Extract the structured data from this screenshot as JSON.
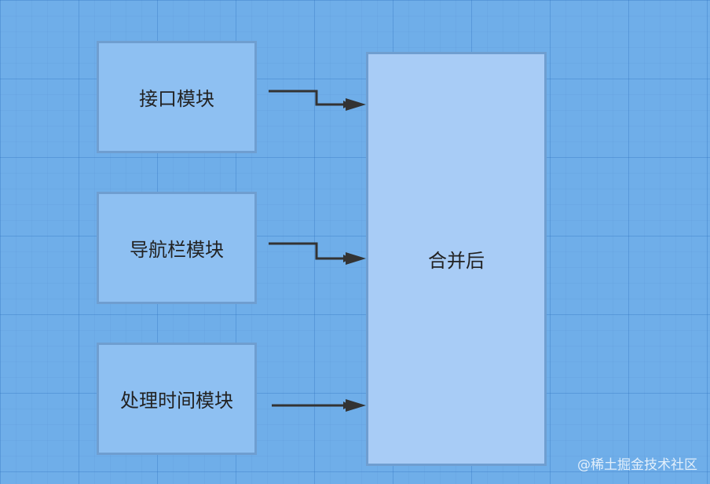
{
  "nodes": {
    "interface_module": "接口模块",
    "nav_module": "导航栏模块",
    "time_module": "处理时间模块",
    "merged": "合并后"
  },
  "watermark": "@稀土掘金技术社区",
  "colors": {
    "background": "#6faee9",
    "module_fill": "#8ec0f2",
    "merged_fill": "#a8ccf6",
    "border": "#6f9ed0",
    "arrow": "#333333"
  }
}
